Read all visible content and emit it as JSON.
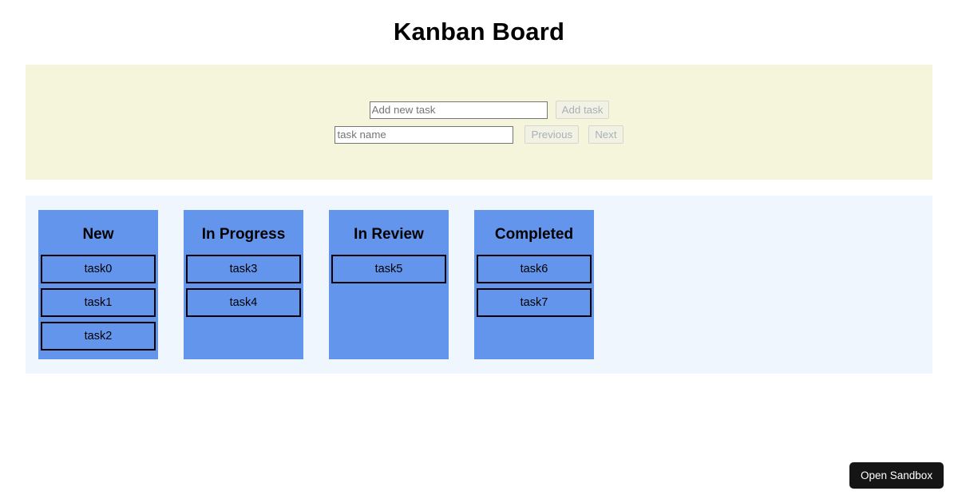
{
  "page_title": "Kanban Board",
  "form": {
    "add_task_input_placeholder": "Add new task",
    "add_task_input_value": "",
    "add_task_button_label": "Add task",
    "task_name_input_placeholder": "task name",
    "task_name_input_value": "",
    "previous_button_label": "Previous",
    "next_button_label": "Next",
    "panel_color": "#F5F5DC"
  },
  "board": {
    "panel_color": "#EFF6FD",
    "column_color": "#6495ED",
    "columns": [
      {
        "title": "New",
        "tasks": [
          "task0",
          "task1",
          "task2"
        ]
      },
      {
        "title": "In Progress",
        "tasks": [
          "task3",
          "task4"
        ]
      },
      {
        "title": "In Review",
        "tasks": [
          "task5"
        ]
      },
      {
        "title": "Completed",
        "tasks": [
          "task6",
          "task7"
        ]
      }
    ]
  },
  "open_sandbox": {
    "label": "Open Sandbox",
    "background": "#151515"
  }
}
